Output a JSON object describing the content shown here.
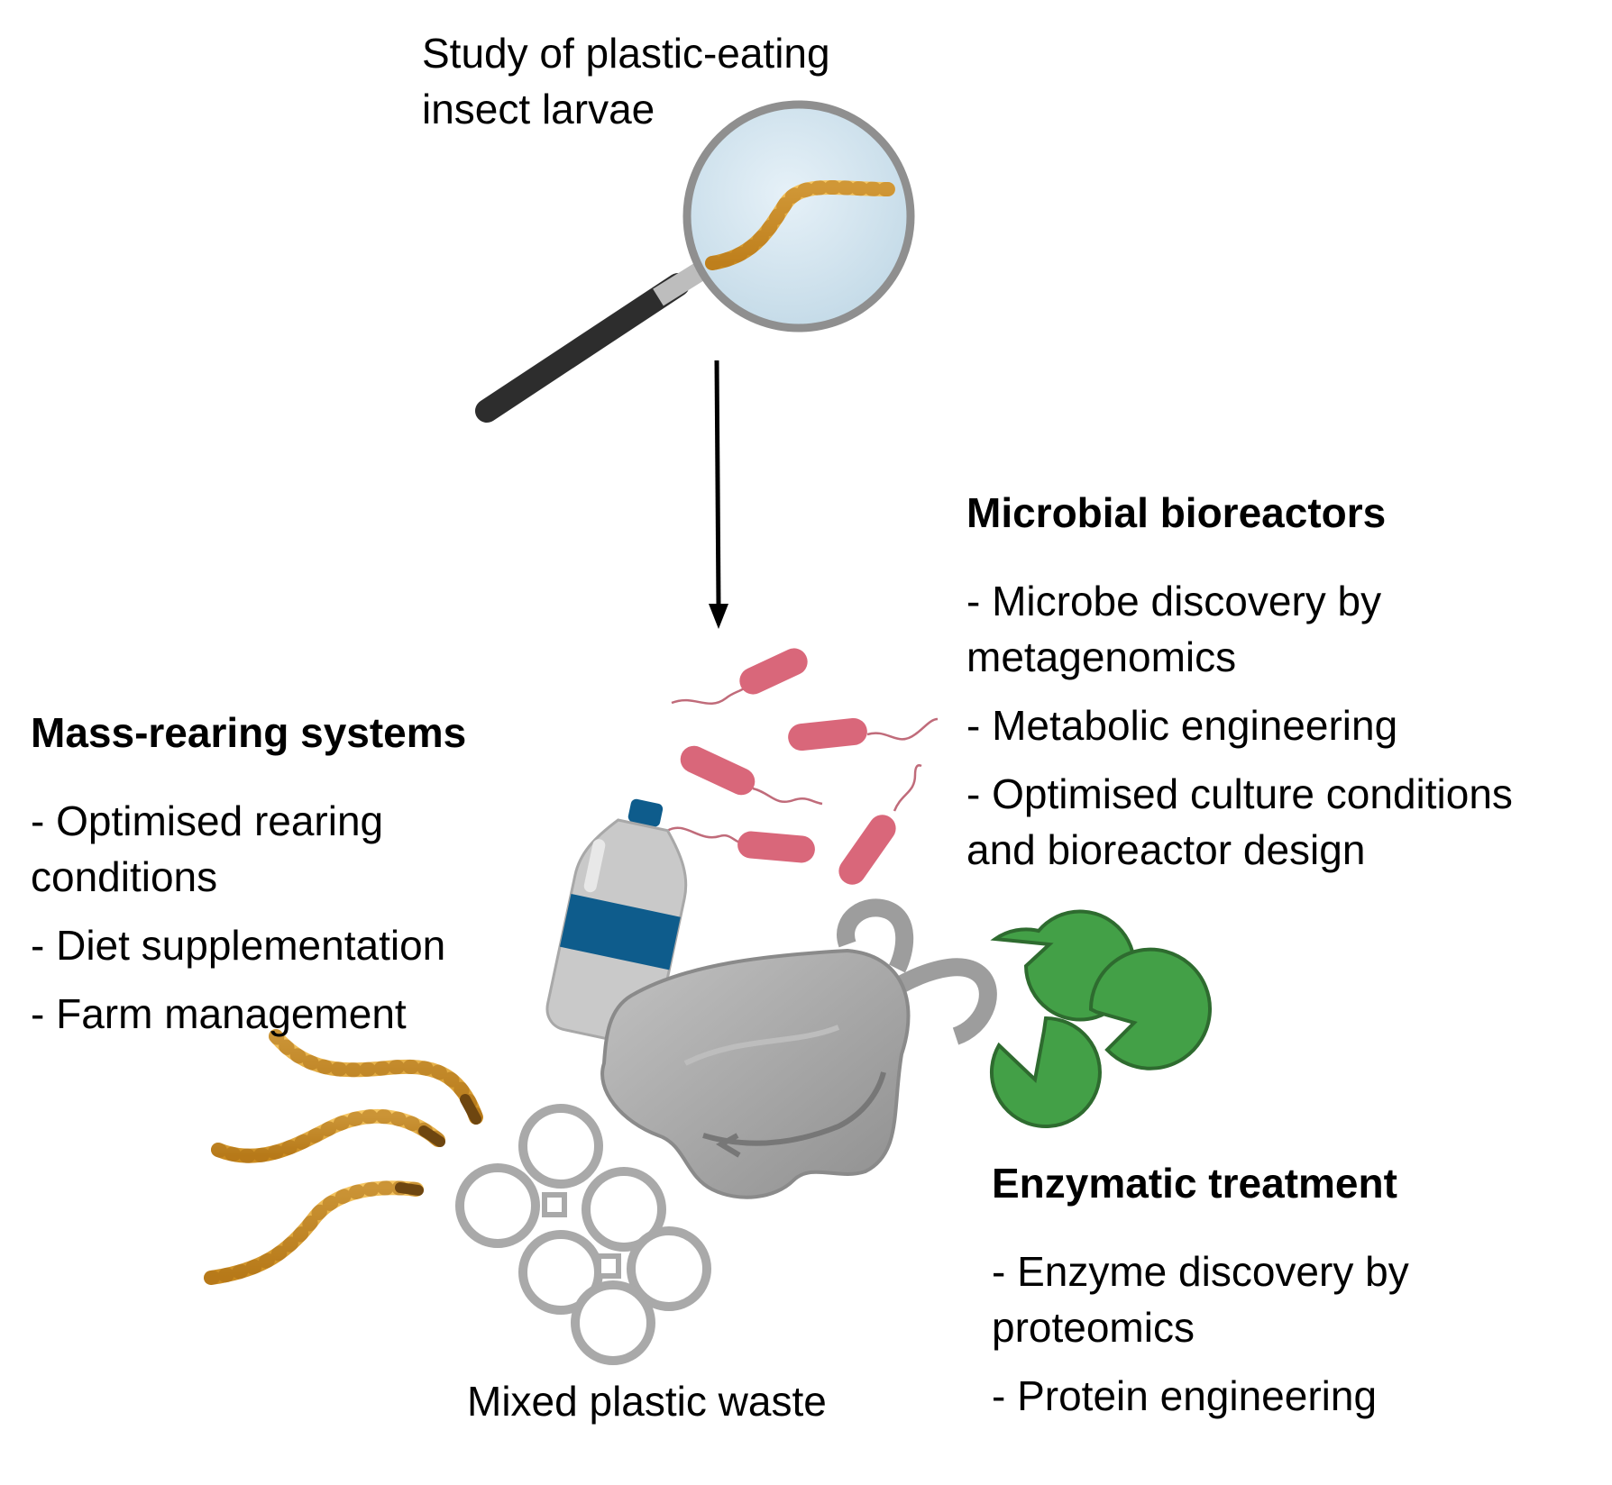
{
  "top_label": [
    "Study of plastic-eating",
    "insect larvae"
  ],
  "bottom_label": "Mixed plastic waste",
  "mass_rearing": {
    "title": "Mass-rearing systems",
    "items": [
      [
        "- Optimised rearing",
        "conditions"
      ],
      [
        "- Diet supplementation"
      ],
      [
        "- Farm management"
      ]
    ]
  },
  "microbial": {
    "title": "Microbial bioreactors",
    "items": [
      [
        "- Microbe discovery by",
        "metagenomics"
      ],
      [
        "- Metabolic engineering"
      ],
      [
        "- Optimised culture conditions",
        "and bioreactor design"
      ]
    ]
  },
  "enzymatic": {
    "title": "Enzymatic treatment",
    "items": [
      [
        "- Enzyme discovery by",
        "proteomics"
      ],
      [
        "- Protein engineering"
      ]
    ]
  },
  "colors": {
    "larva": "#e0a73a",
    "bacteria": "#d9677a",
    "enzyme": "#43a047",
    "bottle_label": "#0e5c8c",
    "plastic_gray": "#a9a9a9"
  },
  "icons": [
    "magnifying-glass-icon",
    "larva-icon",
    "bacterium-icon",
    "enzyme-icon",
    "plastic-bottle-icon",
    "plastic-bag-icon",
    "six-pack-ring-icon",
    "arrow-down-icon"
  ]
}
